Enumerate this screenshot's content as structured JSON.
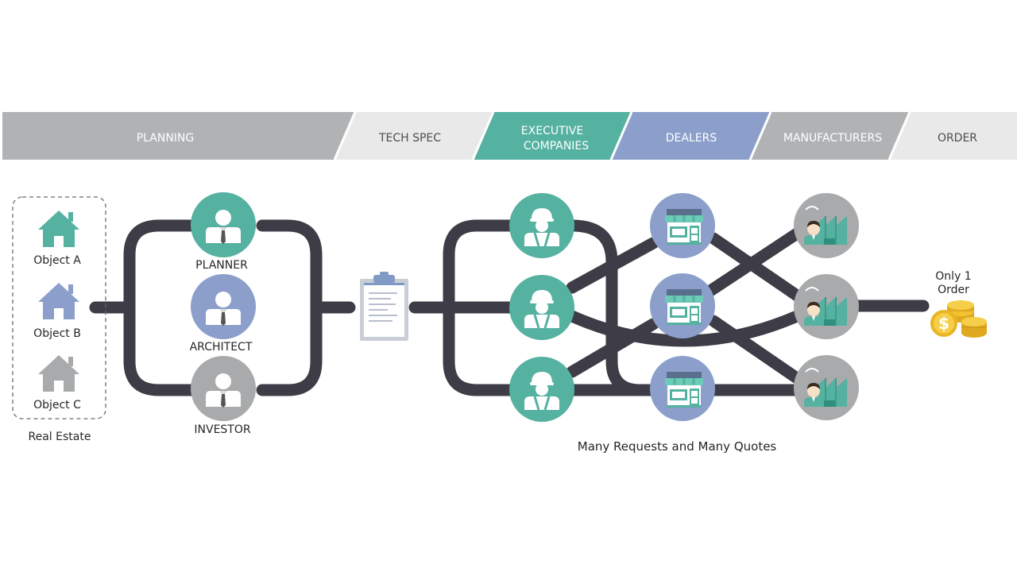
{
  "phases": [
    {
      "label": "PLANNING",
      "color": "#b0b2b4"
    },
    {
      "label": "TECH SPEC",
      "color": "#e9e9e9"
    },
    {
      "label_line1": "EXECUTIVE",
      "label_line2": "COMPANIES",
      "color": "#55b1a0"
    },
    {
      "label": "DEALERS",
      "color": "#8b9fca"
    },
    {
      "label": "MANUFACTURERS",
      "color": "#b0b2b4"
    },
    {
      "label": "ORDER",
      "color": "#e9e9e9"
    }
  ],
  "real_estate": {
    "caption": "Real Estate",
    "objects": [
      {
        "label": "Object A",
        "color": "#55b1a0"
      },
      {
        "label": "Object B",
        "color": "#8b9fca"
      },
      {
        "label": "Object C",
        "color": "#a8aaac"
      }
    ]
  },
  "roles": [
    {
      "label": "PLANNER",
      "color": "#55b1a0"
    },
    {
      "label": "ARCHITECT",
      "color": "#8b9fca"
    },
    {
      "label": "INVESTOR",
      "color": "#a8aaac"
    }
  ],
  "network_caption": "Many Requests and Many Quotes",
  "order": {
    "line1": "Only 1",
    "line2": "Order"
  },
  "colors": {
    "track": "#3e3d47",
    "teal": "#55b1a0",
    "blue": "#8b9fca",
    "gray": "#a8aaac",
    "coin": "#f2c230"
  },
  "icons": {
    "house": "house-icon",
    "person": "businessman-icon",
    "clipboard": "clipboard-icon",
    "worker": "construction-worker-icon",
    "store": "store-icon",
    "factory": "factory-icon",
    "coins": "coins-icon"
  }
}
